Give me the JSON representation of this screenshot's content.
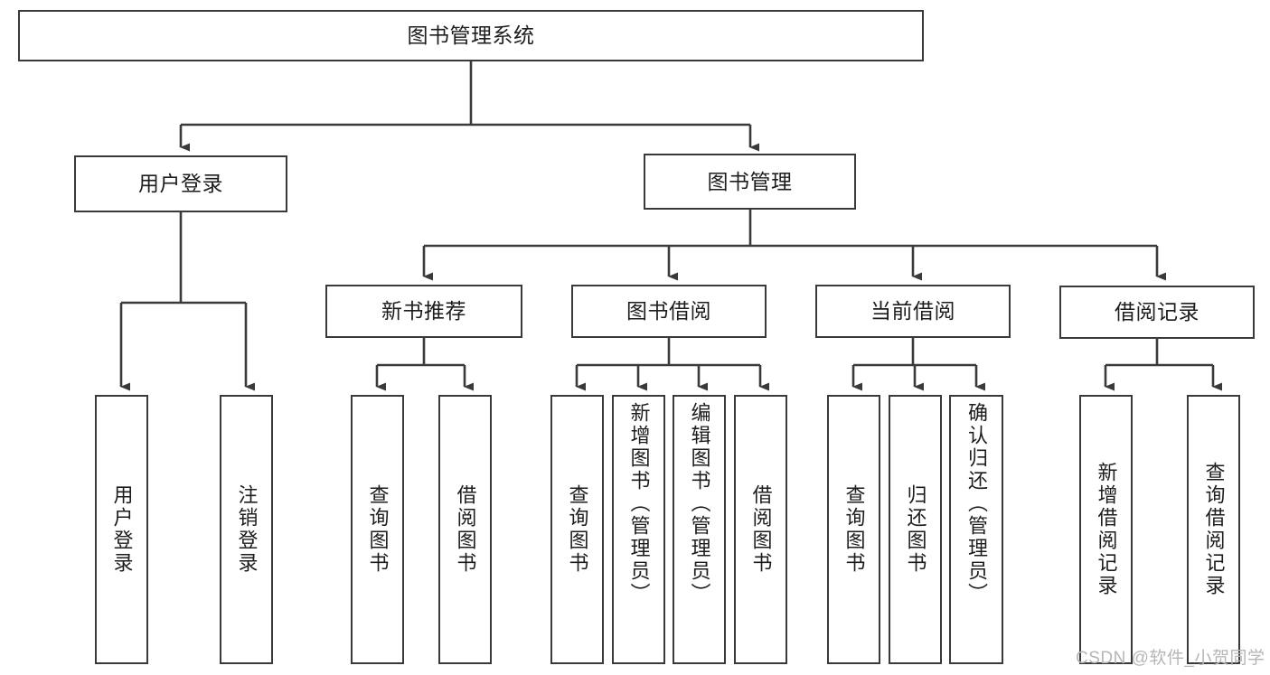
{
  "diagram": {
    "type": "tree",
    "title": "图书管理系统",
    "watermark": "CSDN @软件_小贺同学",
    "colors": {
      "stroke": "#3a3a3a",
      "background": "#ffffff",
      "text": "#1d1d1d",
      "watermark": "#b6b6b6"
    },
    "nodes": {
      "root": {
        "label": "图书管理系统"
      },
      "level2": [
        {
          "label": "用户登录"
        },
        {
          "label": "图书管理"
        }
      ],
      "level3": [
        {
          "label": "新书推荐"
        },
        {
          "label": "图书借阅"
        },
        {
          "label": "当前借阅"
        },
        {
          "label": "借阅记录"
        }
      ],
      "leaves": {
        "user_login": [
          {
            "label": "用户登录"
          },
          {
            "label": "注销登录"
          }
        ],
        "new_book": [
          {
            "label": "查询图书"
          },
          {
            "label": "借阅图书"
          }
        ],
        "book_borrow": [
          {
            "label": "查询图书"
          },
          {
            "label": "新增图书（管理员）"
          },
          {
            "label": "编辑图书（管理员）"
          },
          {
            "label": "借阅图书"
          }
        ],
        "current_borrow": [
          {
            "label": "查询图书"
          },
          {
            "label": "归还图书"
          },
          {
            "label": "确认归还（管理员）"
          }
        ],
        "borrow_record": [
          {
            "label": "新增借阅记录"
          },
          {
            "label": "查询借阅记录"
          }
        ]
      }
    }
  }
}
